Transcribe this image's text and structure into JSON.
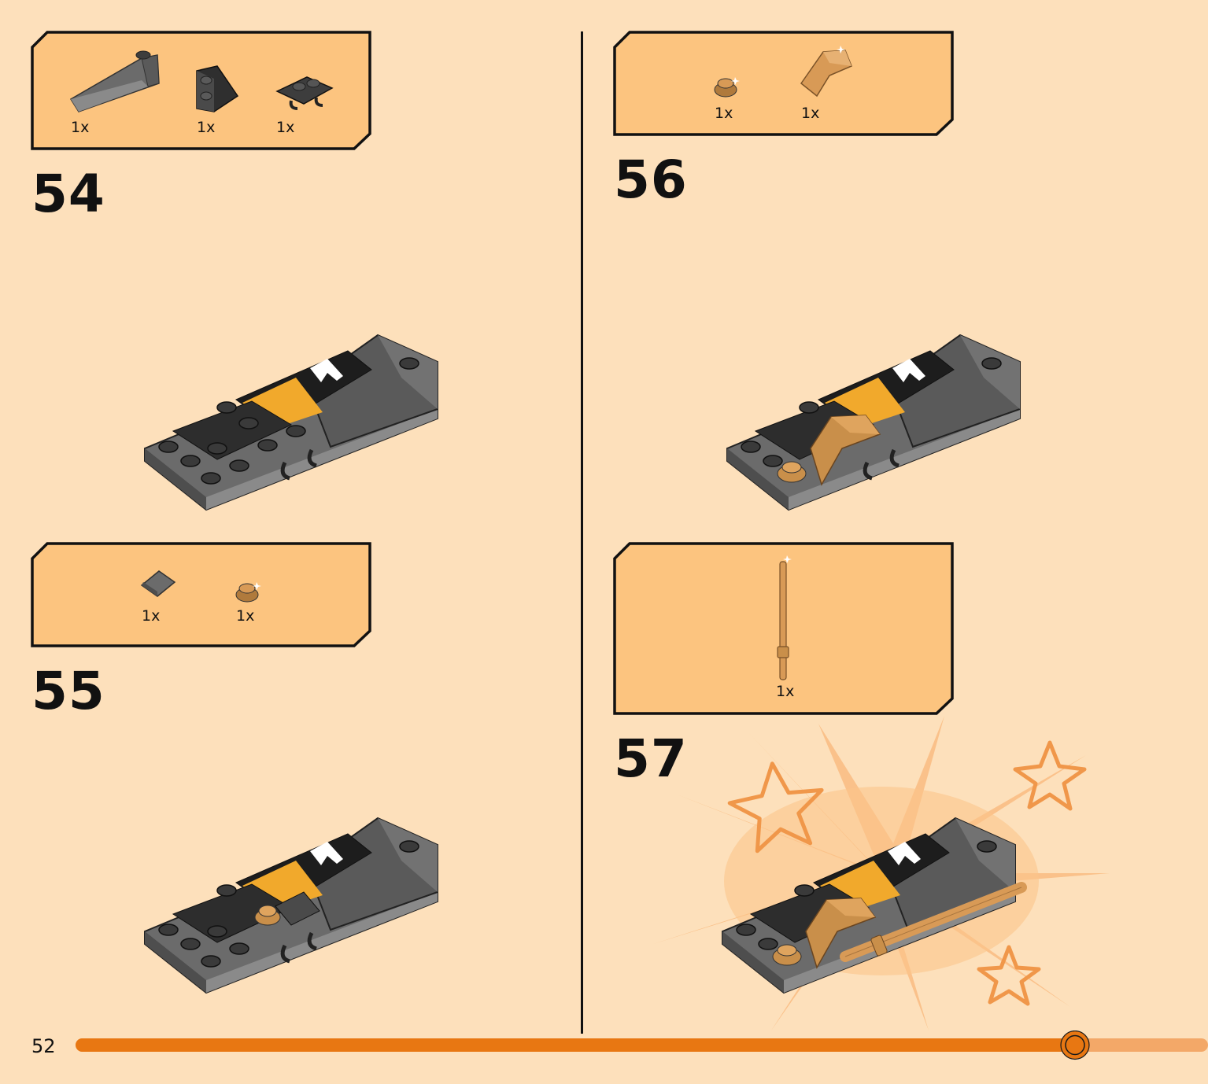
{
  "page": {
    "number": "52",
    "progress": 0.83
  },
  "colors": {
    "background": "#fde0bb",
    "parts_box": "#fcc47f",
    "progress_bar": "#e87712",
    "progress_track": "#f3a868",
    "dark_gray": "#3d3d3d",
    "mid_gray": "#6b6b6b",
    "pearl_gold": "#c98f4a"
  },
  "steps": [
    {
      "number": "54",
      "parts": [
        {
          "icon": "wedge-slope-dark-gray",
          "qty": "1x"
        },
        {
          "icon": "wedge-plate-black",
          "qty": "1x"
        },
        {
          "icon": "clip-plate-dark-gray",
          "qty": "1x"
        }
      ]
    },
    {
      "number": "55",
      "parts": [
        {
          "icon": "slope-tile-dark-gray",
          "qty": "1x"
        },
        {
          "icon": "round-plate-gold",
          "qty": "1x"
        }
      ]
    },
    {
      "number": "56",
      "parts": [
        {
          "icon": "round-plate-gold",
          "qty": "1x"
        },
        {
          "icon": "curved-slope-gold",
          "qty": "1x"
        }
      ]
    },
    {
      "number": "57",
      "parts": [
        {
          "icon": "bar-gold",
          "qty": "1x"
        }
      ]
    }
  ]
}
